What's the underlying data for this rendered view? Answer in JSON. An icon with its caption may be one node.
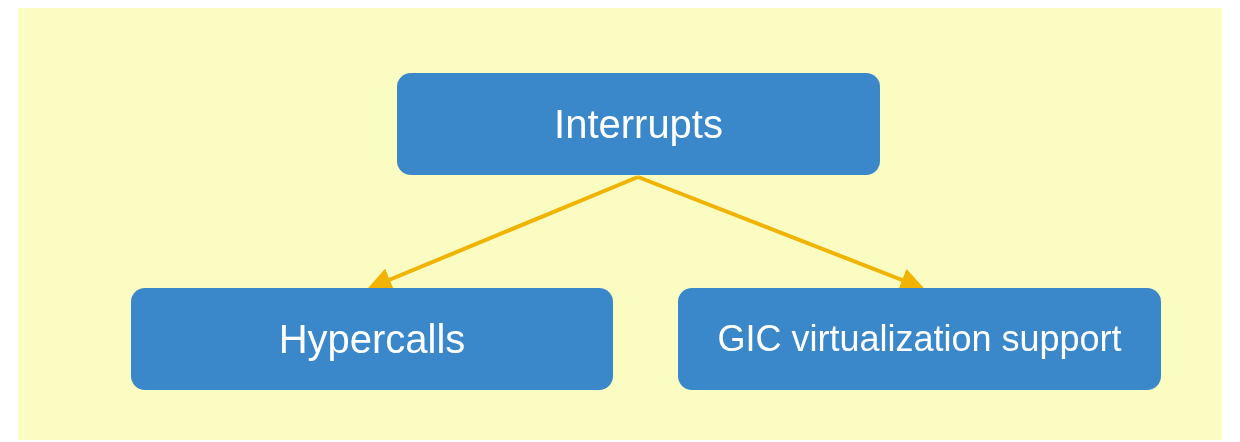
{
  "diagram": {
    "nodes": [
      {
        "text": [
          "Interrupts"
        ]
      },
      {
        "text": [
          "Hypercalls"
        ]
      },
      {
        "text": [
          "GIC virtualization support"
        ]
      }
    ],
    "edges": [
      {
        "from": 0,
        "to": 1,
        "arrow": "to",
        "color": "#f0b400"
      },
      {
        "from": 0,
        "to": 2,
        "arrow": "to",
        "color": "#f0b400"
      }
    ]
  }
}
